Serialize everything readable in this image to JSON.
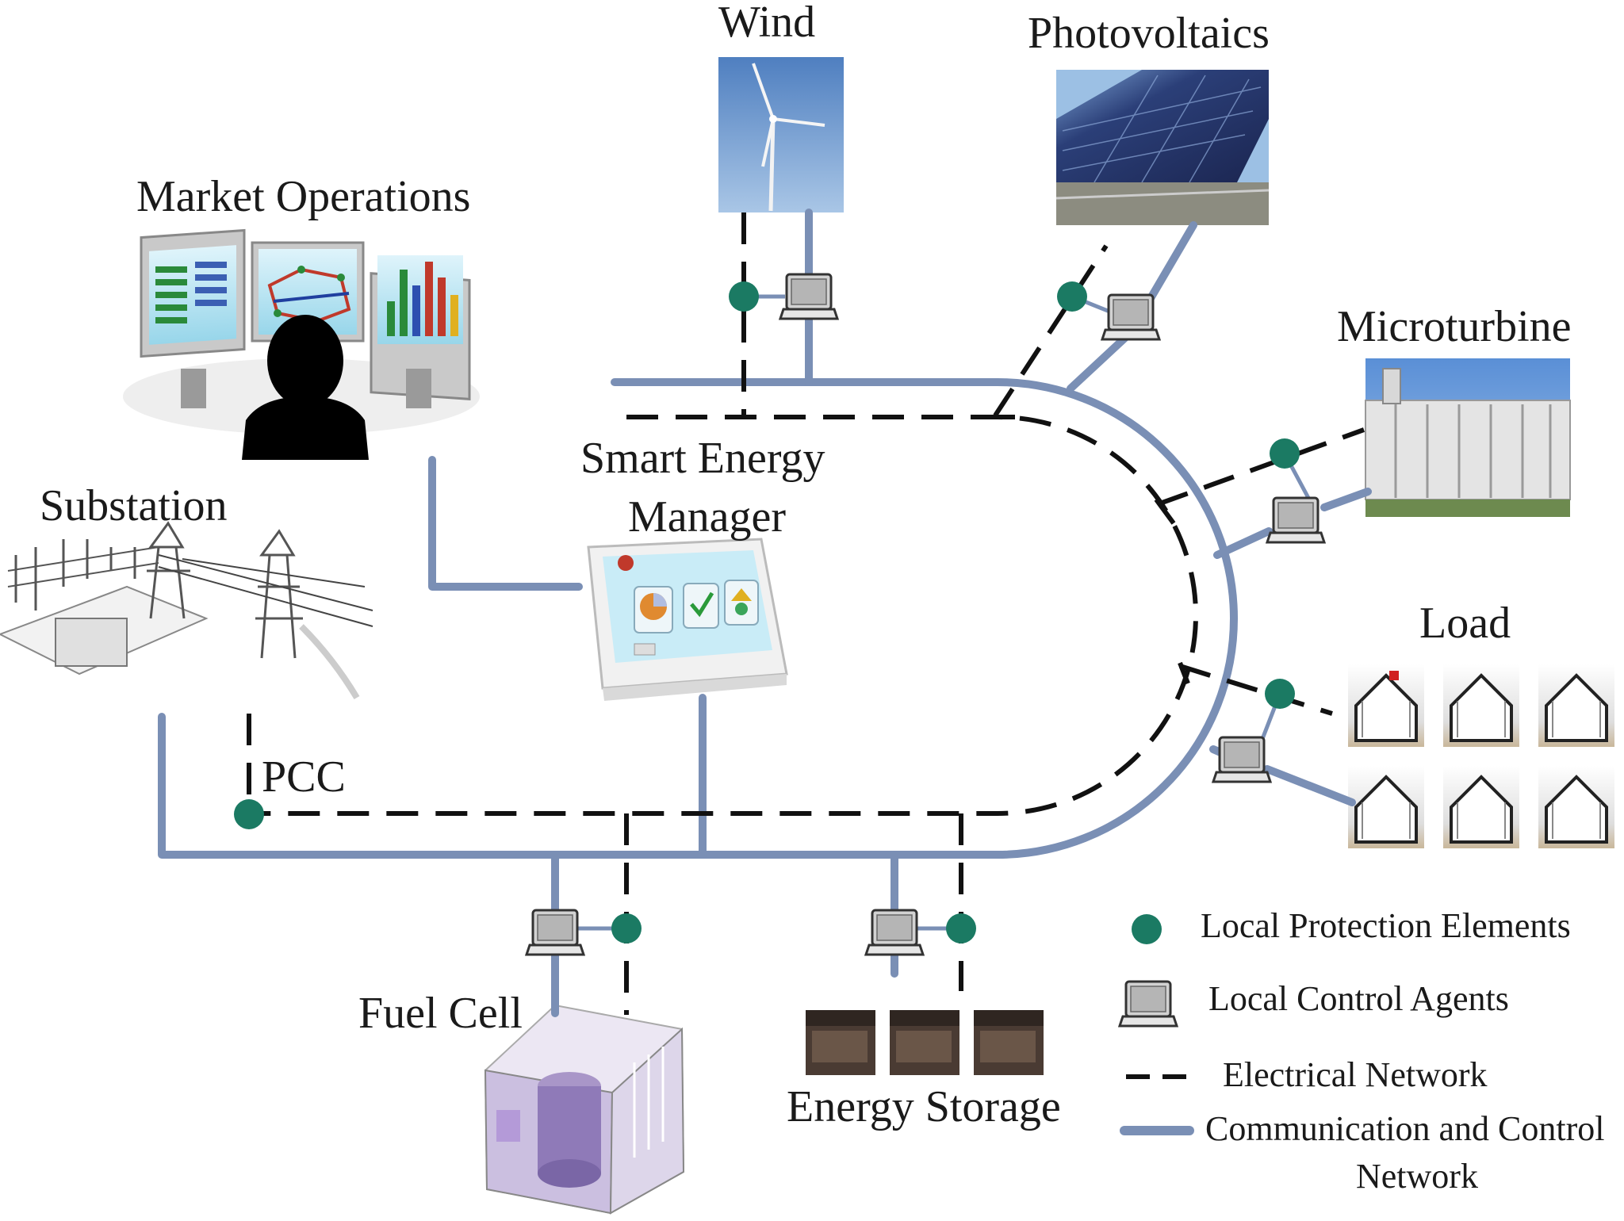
{
  "labels": {
    "wind": "Wind",
    "photovoltaics": "Photovoltaics",
    "market_operations": "Market Operations",
    "microturbine": "Microturbine",
    "smart_energy_line1": "Smart Energy",
    "smart_energy_line2": "Manager",
    "substation": "Substation",
    "load": "Load",
    "pcc": "PCC",
    "fuel_cell": "Fuel Cell",
    "energy_storage": "Energy Storage"
  },
  "legend": {
    "protection": "Local Protection  Elements",
    "control": "Local Control Agents",
    "electrical": "Electrical Network",
    "comm_line1": "Communication and Control",
    "comm_line2": "Network"
  },
  "colors": {
    "comm_line": "#7a8fb5",
    "electrical_line": "#111111",
    "protection_node": "#1b7a63",
    "agent_fill": "#c8c8c8"
  },
  "icons": {
    "protection": "protection-element-icon",
    "agent": "control-agent-icon"
  }
}
